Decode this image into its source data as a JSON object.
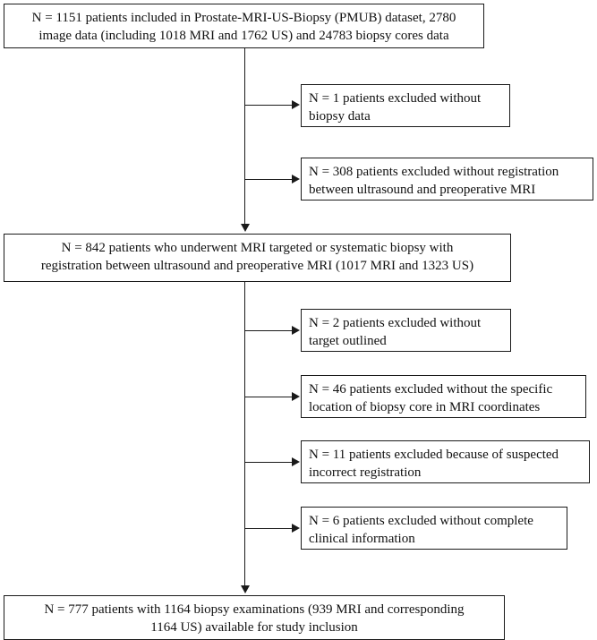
{
  "flowchart": {
    "top_box": {
      "line1": "N = 1151 patients included in Prostate-MRI-US-Biopsy (PMUB) dataset, 2780",
      "line2": "image data (including 1018 MRI and 1762 US) and 24783 biopsy cores data"
    },
    "exclusion_1": {
      "line1": "N = 1 patients excluded without",
      "line2": "biopsy data"
    },
    "exclusion_2": {
      "line1": "N = 308 patients excluded without registration",
      "line2": "between ultrasound and preoperative MRI"
    },
    "middle_box": {
      "line1": "N = 842 patients who underwent MRI targeted or systematic biopsy with",
      "line2": "registration between ultrasound and preoperative MRI (1017 MRI and 1323 US)"
    },
    "exclusion_3": {
      "line1": "N = 2 patients excluded without",
      "line2": "target outlined"
    },
    "exclusion_4": {
      "line1": "N = 46 patients excluded without the specific",
      "line2": "location of biopsy core in MRI coordinates"
    },
    "exclusion_5": {
      "line1": "N = 11 patients excluded because of suspected",
      "line2": "incorrect registration"
    },
    "exclusion_6": {
      "line1": "N = 6 patients excluded without complete",
      "line2": "clinical information"
    },
    "bottom_box": {
      "line1": "N = 777 patients with 1164 biopsy examinations (939 MRI and corresponding",
      "line2": "1164 US) available for study inclusion"
    }
  }
}
